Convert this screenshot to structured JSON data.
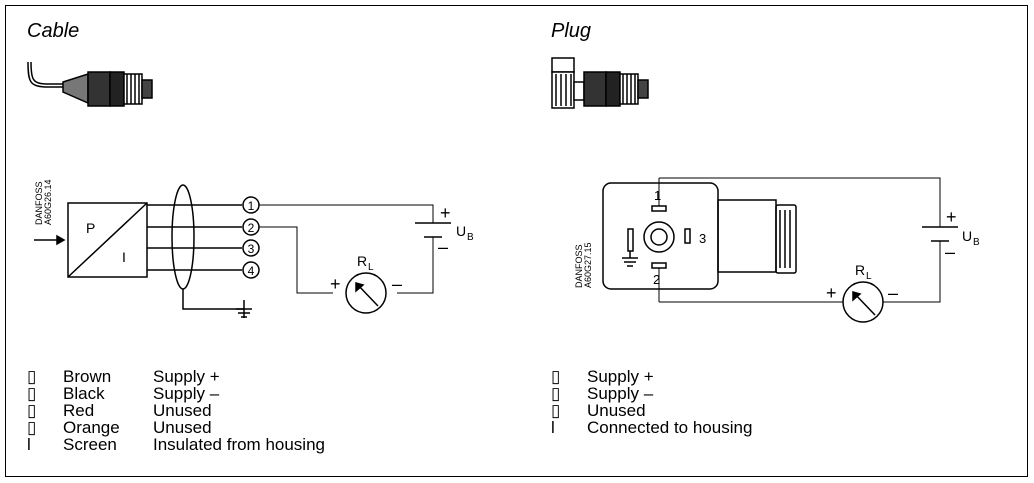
{
  "cable": {
    "title": "Cable",
    "diagram_code_line1": "DANFOSS",
    "diagram_code_line2": "A60G26.14",
    "transducer_input_label": "P",
    "transducer_output_label": "I",
    "terminals": [
      "1",
      "2",
      "3",
      "4"
    ],
    "resistor_label": "R",
    "resistor_subscript": "L",
    "supply_label": "U",
    "supply_subscript": "B",
    "plus": "+",
    "minus": "–",
    "legend": [
      {
        "marker": "▯",
        "color": "Brown",
        "function": "Supply +"
      },
      {
        "marker": "▯",
        "color": "Black",
        "function": "Supply –"
      },
      {
        "marker": "▯",
        "color": "Red",
        "function": "Unused"
      },
      {
        "marker": "▯",
        "color": "Orange",
        "function": "Unused"
      },
      {
        "marker": "l",
        "color": "Screen",
        "function": "Insulated from housing"
      }
    ]
  },
  "plug": {
    "title": "Plug",
    "diagram_code_line1": "DANFOSS",
    "diagram_code_line2": "A60G27.15",
    "pins": [
      "1",
      "2",
      "3"
    ],
    "resistor_label": "R",
    "resistor_subscript": "L",
    "supply_label": "U",
    "supply_subscript": "B",
    "plus": "+",
    "minus": "–",
    "legend": [
      {
        "marker": "▯",
        "function": "Supply +"
      },
      {
        "marker": "▯",
        "function": "Supply –"
      },
      {
        "marker": "▯",
        "function": "Unused"
      },
      {
        "marker": "l",
        "function": "Connected to housing"
      }
    ]
  }
}
